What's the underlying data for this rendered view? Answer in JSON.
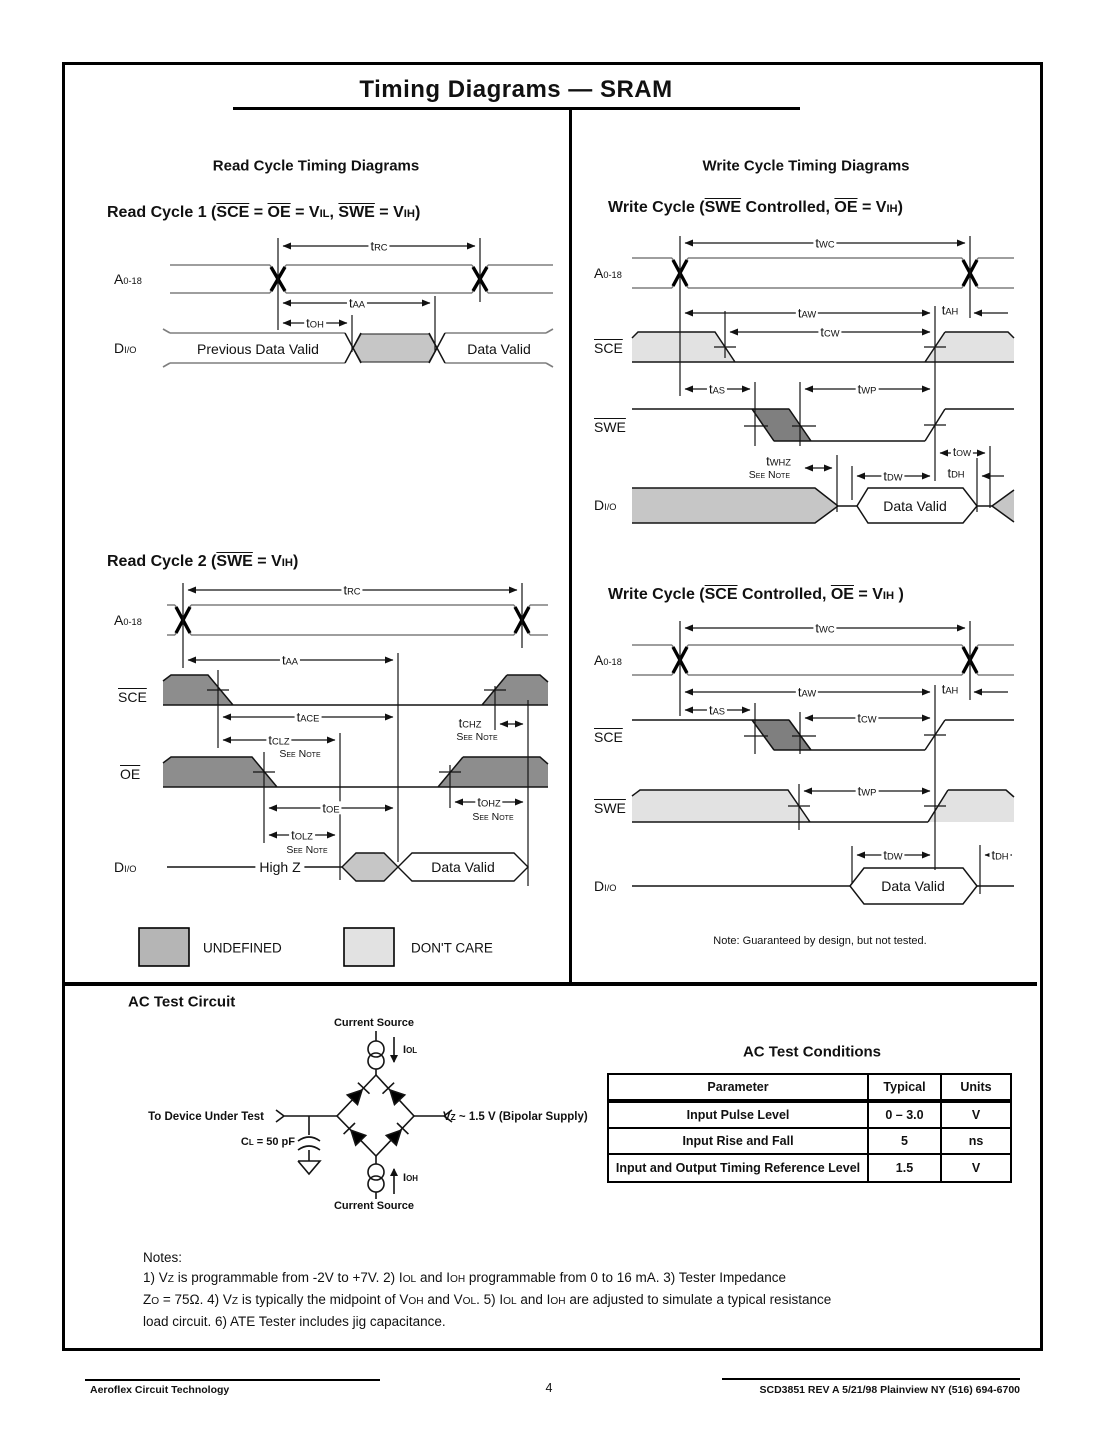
{
  "page": {
    "title": "Timing Diagrams — SRAM",
    "footer": {
      "left": "Aeroflex Circuit Technology",
      "page_number": "4",
      "right": "SCD3851 REV A  5/21/98    Plainview NY  (516) 694-6700"
    }
  },
  "columns": {
    "read_header": "Read Cycle Timing Diagrams",
    "write_header": "Write Cycle Timing Diagrams"
  },
  "headings": {
    "read1": {
      "p1": "Read Cycle 1 (",
      "ov1": "SCE",
      "p2": " = ",
      "ov2": "OE",
      "p3": " = V",
      "s1": "IL",
      "p4": ", ",
      "ov3": "SWE",
      "p5": " = V",
      "s2": "IH",
      "p6": ")"
    },
    "read2": {
      "p1": "Read Cycle 2 (",
      "ov1": "SWE",
      "p2": " = V",
      "s1": "IH",
      "p3": ")"
    },
    "write_swe": {
      "p1": "Write Cycle  (",
      "ov1": "SWE",
      "p2": " Controlled, ",
      "ov2": "OE",
      "p3": " = V",
      "s1": "IH",
      "p4": ")"
    },
    "write_sce": {
      "p1": "Write Cycle  (",
      "ov1": "SCE",
      "p2": " Controlled, ",
      "ov2": "OE",
      "p3": " = V",
      "s1": "IH",
      "p4": " )"
    }
  },
  "signals": {
    "addr": {
      "b": "A",
      "s": "0-18"
    },
    "dio": {
      "b": "D",
      "s": "I/O"
    },
    "sce": "SCE",
    "oe": "OE",
    "swe": "SWE"
  },
  "sym": {
    "trc": {
      "b": "t",
      "s": "RC"
    },
    "taa": {
      "b": "t",
      "s": "AA"
    },
    "toh": {
      "b": "t",
      "s": "OH"
    },
    "twc": {
      "b": "t",
      "s": "WC"
    },
    "taw": {
      "b": "t",
      "s": "AW"
    },
    "tah": {
      "b": "t",
      "s": "AH"
    },
    "tcw": {
      "b": "t",
      "s": "CW"
    },
    "tas": {
      "b": "t",
      "s": "AS"
    },
    "twp": {
      "b": "t",
      "s": "WP"
    },
    "tow": {
      "b": "t",
      "s": "OW"
    },
    "twhz": {
      "b": "t",
      "s": "WHZ"
    },
    "tdw": {
      "b": "t",
      "s": "DW"
    },
    "tdh": {
      "b": "t",
      "s": "DH"
    },
    "tace": {
      "b": "t",
      "s": "ACE"
    },
    "tclz": {
      "b": "t",
      "s": "CLZ"
    },
    "tchz": {
      "b": "t",
      "s": "CHZ"
    },
    "toe": {
      "b": "t",
      "s": "OE"
    },
    "tolz": {
      "b": "t",
      "s": "OLZ"
    },
    "tohz": {
      "b": "t",
      "s": "OHZ"
    },
    "see_note": "See Note"
  },
  "annotations": {
    "previous_data_valid": "Previous Data Valid",
    "data_valid": "Data Valid",
    "high_z": "High Z",
    "write_note": "Note:  Guaranteed by design, but not tested."
  },
  "legend": {
    "undefined": "UNDEFINED",
    "dont_care": "DON'T CARE"
  },
  "colors": {
    "legend_undefined": "#b5b5b5",
    "undefined_band": "#8d8d8d",
    "parallelogram": "#7f7f7f",
    "dont_care": "#e2e2e2",
    "data_gray": "#c6c6c6"
  },
  "circuit": {
    "title": "AC Test Circuit",
    "current_source": "Current Source",
    "iol": {
      "b": "I",
      "s": "OL"
    },
    "ioh": {
      "b": "I",
      "s": "OH"
    },
    "device": "To Device Under Test",
    "cl": {
      "b": "C",
      "s": "L",
      "rest": " = 50 pF"
    },
    "vz": {
      "b": "V",
      "s": "Z",
      "rest": " ~ 1.5 V (Bipolar Supply)"
    }
  },
  "table": {
    "title": "AC Test Conditions",
    "headers": [
      "Parameter",
      "Typical",
      "Units"
    ],
    "rows": [
      [
        "Input Pulse Level",
        "0 – 3.0",
        "V"
      ],
      [
        "Input Rise and Fall",
        "5",
        "ns"
      ],
      [
        "Input and Output Timing Reference Level",
        "1.5",
        "V"
      ]
    ]
  },
  "notes": {
    "label": "Notes:",
    "l1": {
      "a": "1) V",
      "a2": "Z",
      "b": " is programmable from -2V to +7V.  2) I",
      "b2": "OL",
      "c": " and I",
      "c2": "OH",
      "d": " programmable from 0 to 16 mA. 3) Tester Impedance"
    },
    "l2": {
      "a": "Z",
      "a2": "O",
      "b": " = 75Ω.  4) V",
      "b2": "Z",
      "c": " is typically the midpoint of V",
      "c2": "OH",
      "d": " and V",
      "d2": "OL",
      "e": ". 5) I",
      "e2": "OL",
      "f": " and I",
      "f2": "OH",
      "g": " are adjusted to simulate a typical resistance"
    },
    "l3": "load circuit. 6) ATE Tester  includes jig capacitance."
  }
}
